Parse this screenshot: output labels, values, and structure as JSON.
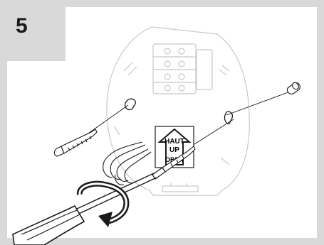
{
  "step": {
    "number": "5"
  },
  "plate_label": {
    "line1": "HAUT",
    "line2": "UP",
    "line3": "OBEN"
  },
  "colors": {
    "frame": "#d9d9d9",
    "panel": "#ffffff",
    "ink": "#1a1a1a",
    "faint": "#c8c8c8"
  }
}
